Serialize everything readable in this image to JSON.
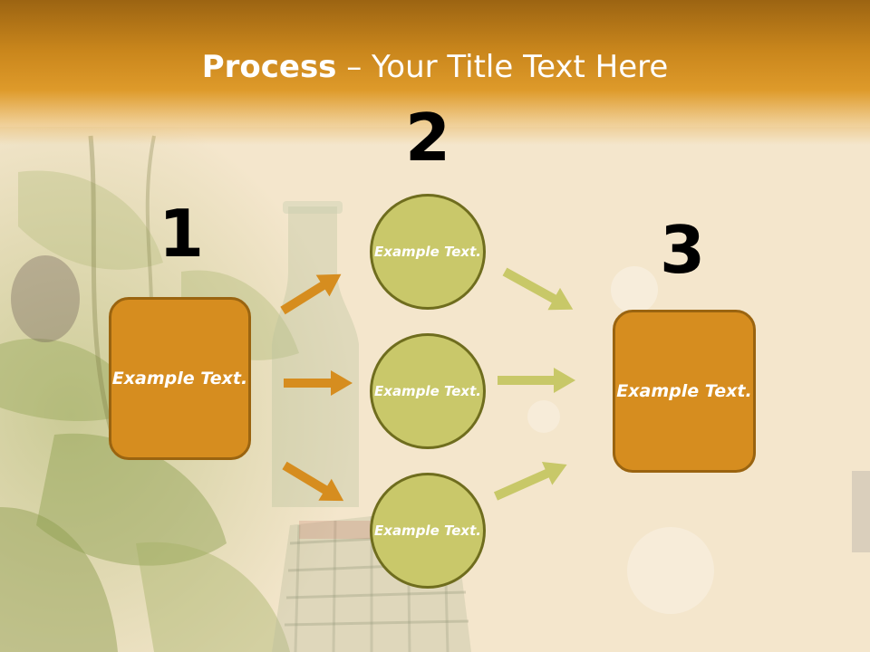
{
  "title": {
    "bold": "Process",
    "rest": " – Your Title Text Here"
  },
  "steps": [
    {
      "number": "1",
      "label": "Example Text."
    },
    {
      "number": "2",
      "labels": [
        "Example Text.",
        "Example Text.",
        "Example Text."
      ]
    },
    {
      "number": "3",
      "label": "Example Text."
    }
  ],
  "colors": {
    "header": "#de9a2a",
    "box_fill": "#d68d1f",
    "box_border": "#9a6410",
    "circle_fill": "#c9c86a",
    "circle_border": "#6f6d1e",
    "arrow_orange": "#d68d1f",
    "arrow_green": "#c8c868"
  }
}
